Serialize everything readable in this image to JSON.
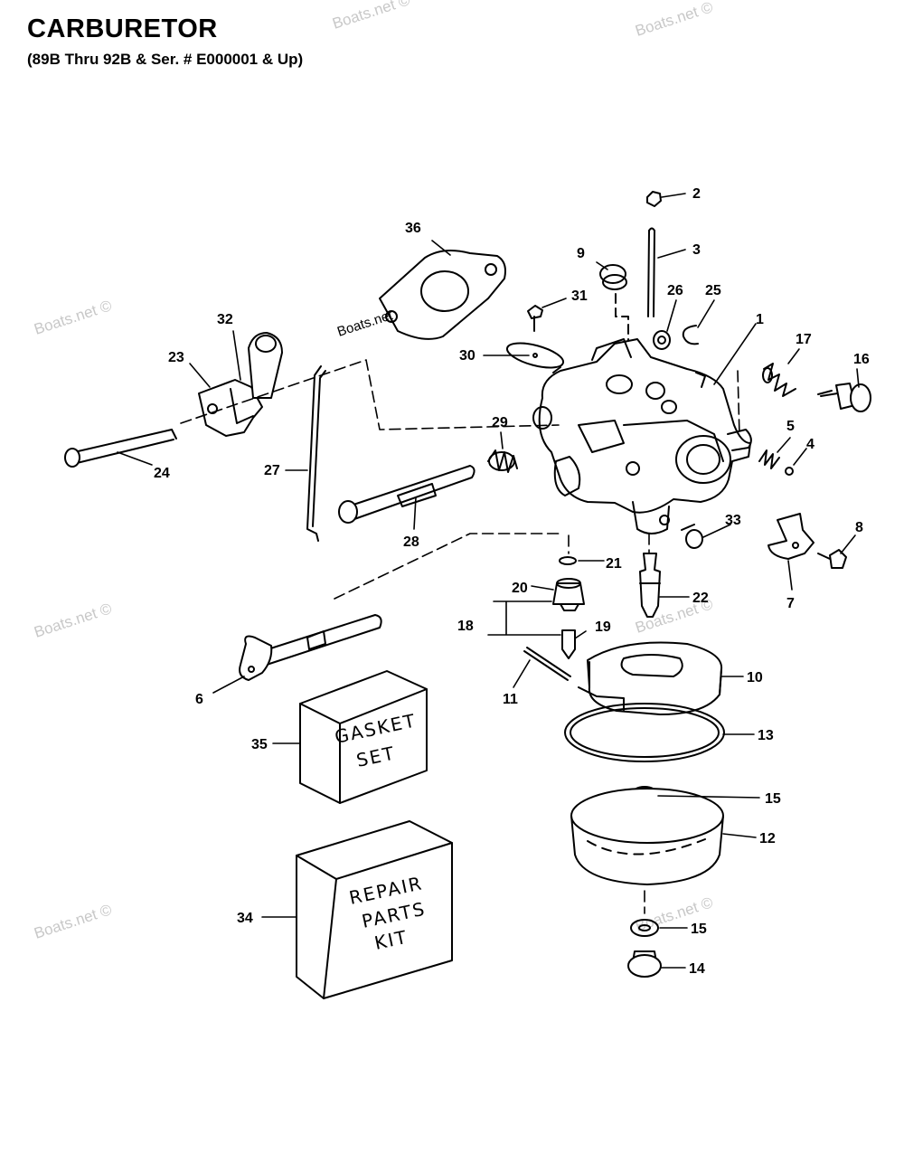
{
  "header": {
    "title": "CARBURETOR",
    "subtitle": "(89B Thru 92B & Ser. # E000001 & Up)"
  },
  "watermark": "Boats.net ©",
  "watermark_inline": "Boats.net",
  "boxes": {
    "gasket_line1": "GASKET",
    "gasket_line2": "SET",
    "repair_line1": "REPAIR",
    "repair_line2": "PARTS",
    "repair_line3": "KIT"
  },
  "callouts": {
    "n1": "1",
    "n2": "2",
    "n3": "3",
    "n4": "4",
    "n5": "5",
    "n6": "6",
    "n7": "7",
    "n8": "8",
    "n9": "9",
    "n10": "10",
    "n11": "11",
    "n12": "12",
    "n13": "13",
    "n14": "14",
    "n15a": "15",
    "n15b": "15",
    "n16": "16",
    "n17": "17",
    "n18": "18",
    "n19": "19",
    "n20": "20",
    "n21": "21",
    "n22": "22",
    "n23": "23",
    "n24": "24",
    "n25": "25",
    "n26": "26",
    "n27": "27",
    "n28": "28",
    "n29": "29",
    "n30": "30",
    "n31": "31",
    "n32": "32",
    "n33": "33",
    "n34": "34",
    "n35": "35",
    "n36": "36"
  },
  "colors": {
    "ink": "#000000",
    "watermark": "#c8c8c8",
    "paper": "#ffffff"
  }
}
